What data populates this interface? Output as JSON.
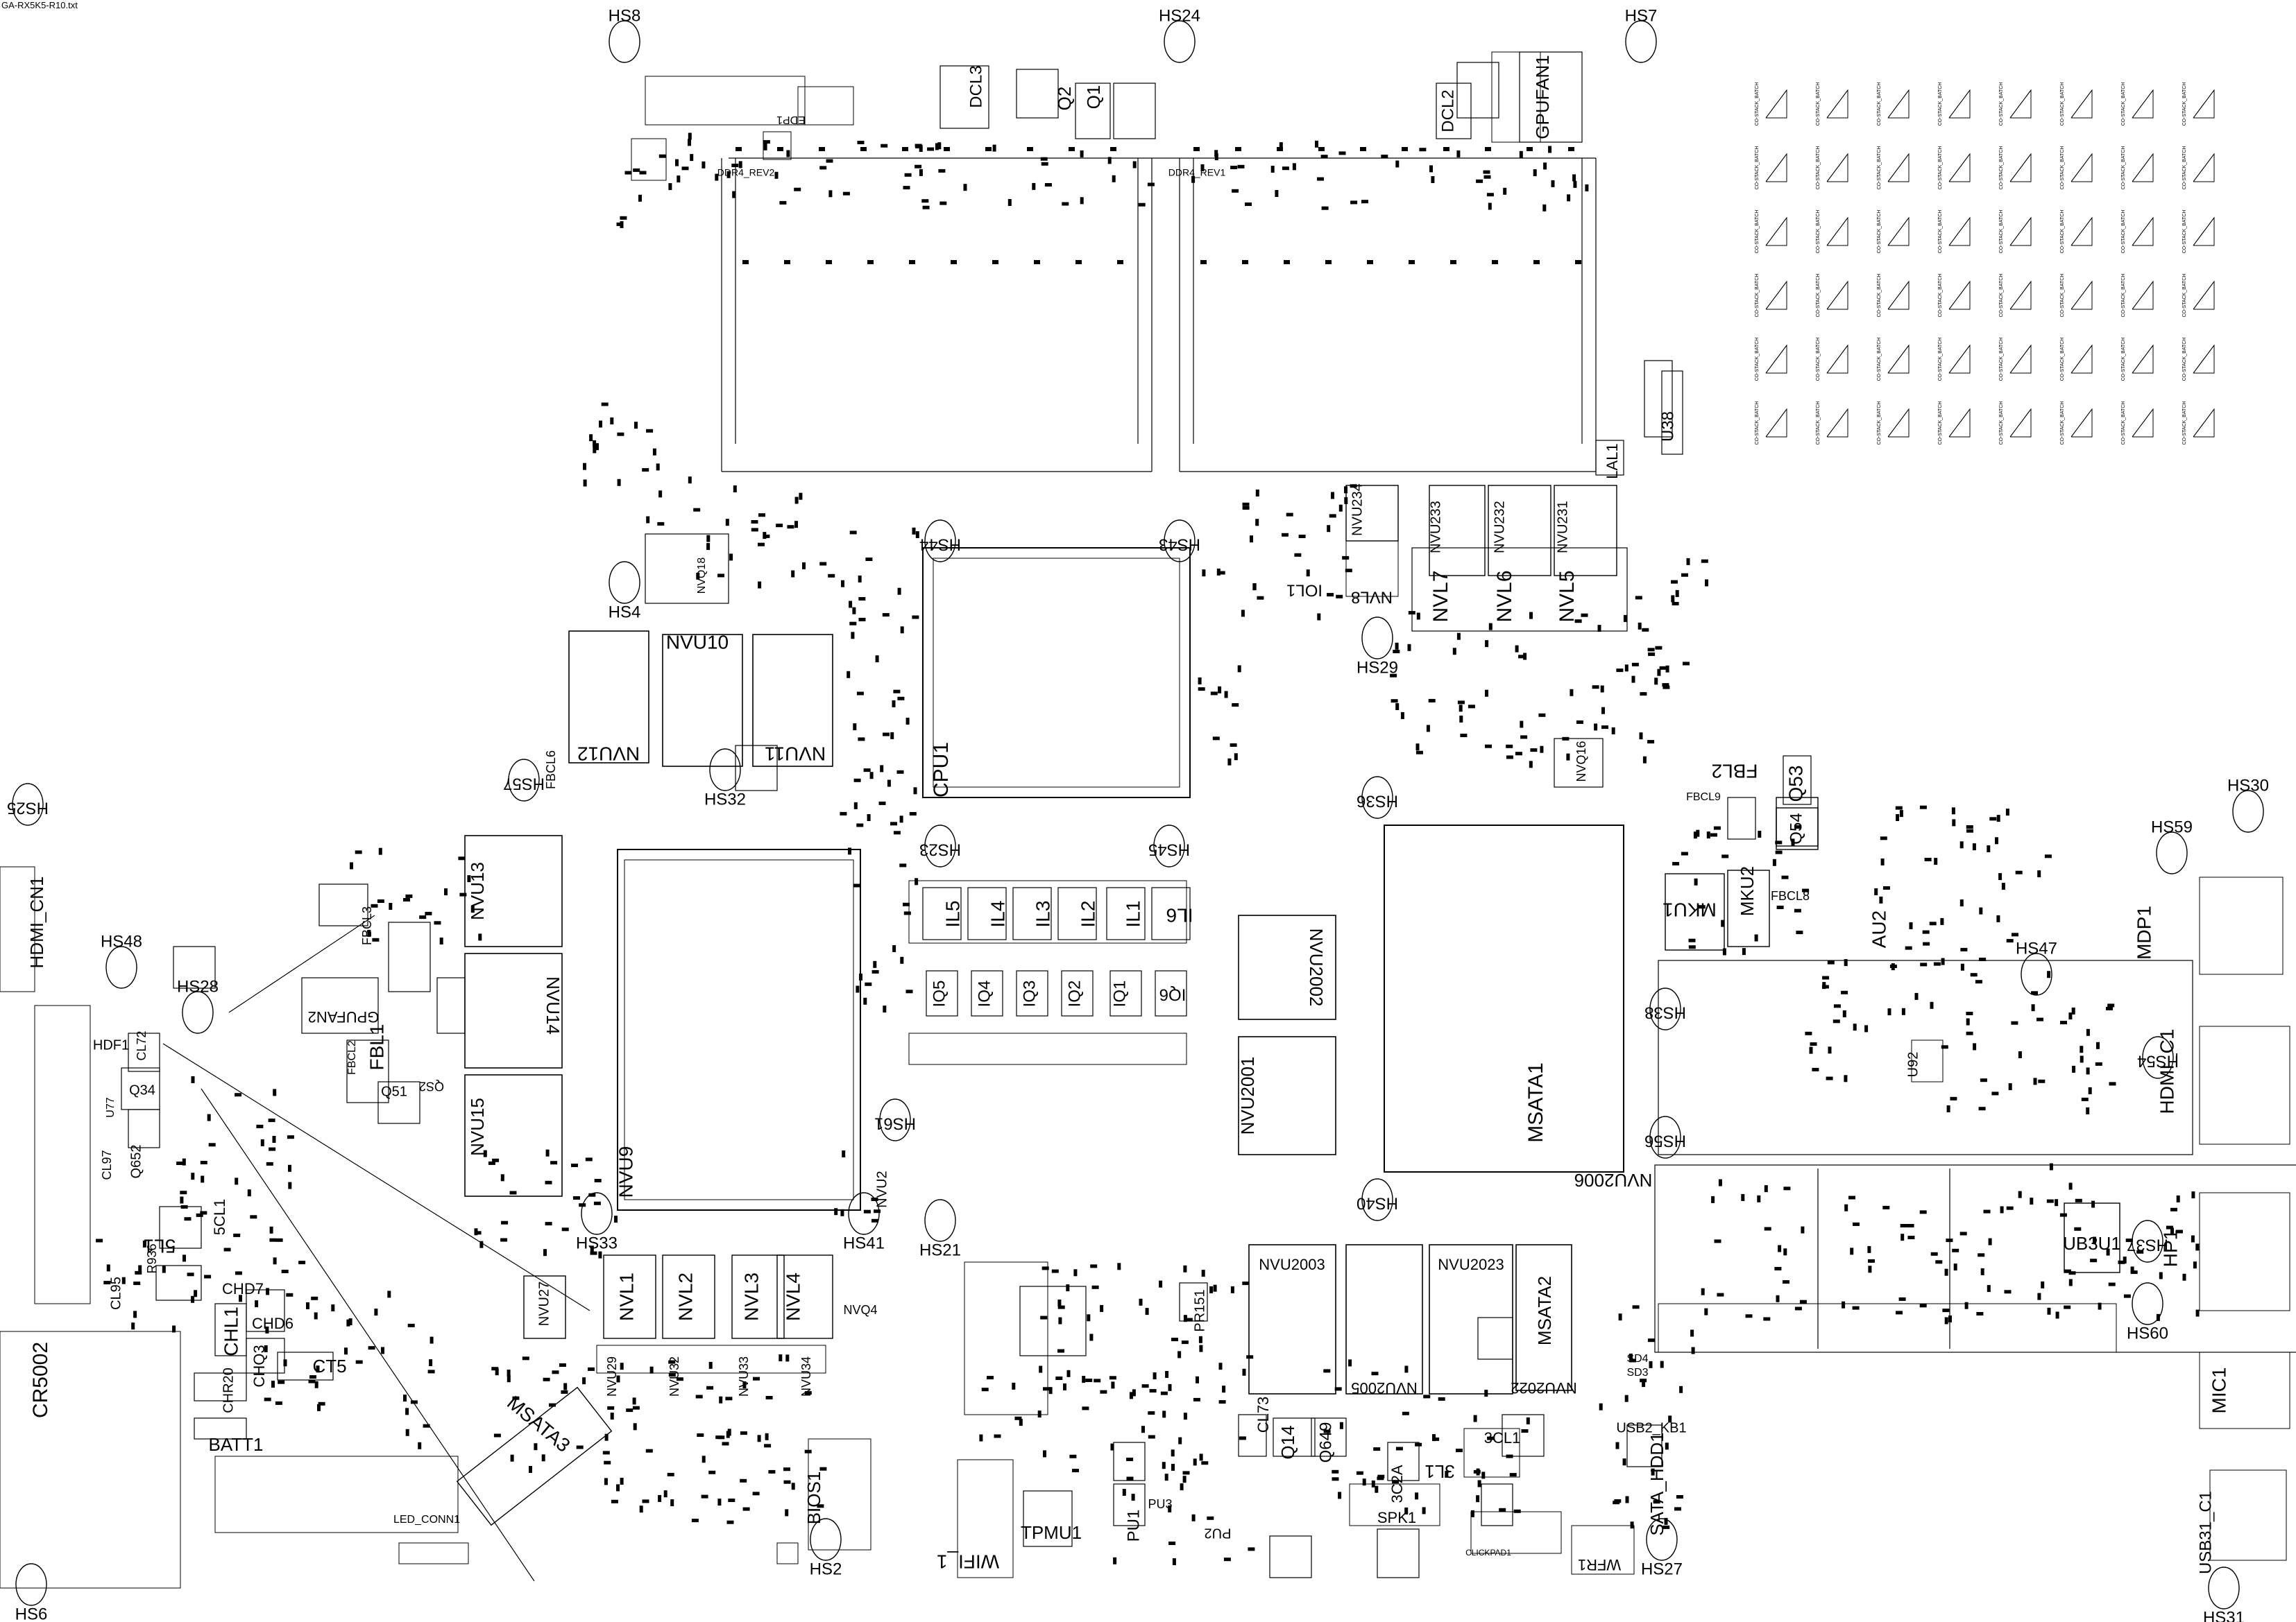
{
  "file_title": "GA-RX5K5-R10.txt",
  "colors": {
    "background": "#ffffff",
    "ink": "#000000"
  },
  "heatsinks": [
    "HS8",
    "HS24",
    "HS7",
    "HS4",
    "HS29",
    "HS30",
    "HS59",
    "HS25",
    "HS48",
    "HS28",
    "HS57",
    "HS32",
    "HS23",
    "HS45",
    "HS36",
    "HS38",
    "HS47",
    "HS56",
    "HS54",
    "HS61",
    "HS33",
    "HS41",
    "HS40",
    "HS37",
    "HS60",
    "HS21",
    "HS2",
    "HS27",
    "HS6",
    "HS31",
    "HS44",
    "HS43"
  ],
  "components": {
    "edp": "EDP1",
    "ddr4_rev2": "DDR4_REV2",
    "ddr4_rev1": "DDR4_REV1",
    "dcl3": "DCL3",
    "q2_top": "Q2",
    "q1_top": "Q1",
    "dcl2": "DCL2",
    "gpufan1": "GPUFAN1",
    "u38": "U38",
    "lal1": "LAL1",
    "nvu10": "NVU10",
    "nvu11": "NVU11",
    "nvu12": "NVU12",
    "nvq18": "NVQ18",
    "cpu1": "CPU1",
    "iol1": "IOL1",
    "nvu234": "NVU234",
    "nvl8": "NVL8",
    "nvu233": "NVU233",
    "nvu232": "NVU232",
    "nvu231": "NVU231",
    "nvl7": "NVL7",
    "nvl6": "NVL6",
    "nvl5": "NVL5",
    "nvq16": "NVQ16",
    "fbl2": "FBL2",
    "q53": "Q53",
    "q54": "Q54",
    "fbcl9": "FBCL9",
    "hdmi_cn1": "HDMI_CN1",
    "fbcl6": "FBCL6",
    "nvu13": "NVU13",
    "nvu14": "NVU14",
    "nvu15": "NVU15",
    "gpufan2": "GPUFAN2",
    "fbl1": "FBL1",
    "fbcl3": "FBCL3",
    "fbcl2": "FBCL2",
    "q51": "Q51",
    "qs2": "QS2",
    "hdf1": "HDF1",
    "q34": "Q34",
    "u77": "U77",
    "cl72": "CL72",
    "cl97": "CL97",
    "q652": "Q652",
    "nvu9": "NVU9",
    "il5": "IL5",
    "il4": "IL4",
    "il3": "IL3",
    "il2": "IL2",
    "il1": "IL1",
    "il6": "IL6",
    "iq5": "IQ5",
    "iq4": "IQ4",
    "iq3": "IQ3",
    "iq2": "IQ2",
    "iq1": "IQ1",
    "iq6": "IQ6",
    "nvu2002": "NVU2002",
    "nvu2001": "NVU2001",
    "msata1": "MSATA1",
    "nvu2006": "NVU2006",
    "mku1": "MKU1",
    "mku2": "MKU2",
    "fbcl8": "FBCL8",
    "au2": "AU2",
    "mdp1": "MDP1",
    "hdmi_c1": "HDMI_C1",
    "u92": "U92",
    "ub3u1": "UB3U1",
    "hp1": "HP1",
    "mic1": "MIC1",
    "usb31": "USB31_C1",
    "sd4": "SD4",
    "sd3": "SD3",
    "nvl1": "NVL1",
    "nvl2": "NVL2",
    "nvl3": "NVL3",
    "nvl4": "NVL4",
    "nvu27": "NVU27",
    "nvu29": "NVU29",
    "nvu32": "NVU32",
    "nvu33": "NVU33",
    "nvu34": "NVU34",
    "nvu2": "NVU2",
    "nvq4": "NVQ4",
    "fl1": "5L1",
    "fcl1": "5CL1",
    "chd7": "CHD7",
    "chl1": "CHL1",
    "chd6": "CHD6",
    "chq3": "CHQ3",
    "ct5": "CT5",
    "chr20": "CHR20",
    "cl95": "CL95",
    "r936": "R936",
    "cr5002": "CR5002",
    "batt1": "BATT1",
    "led_conn1": "LED_CONN1",
    "msata3": "MSATA3",
    "bios1": "BIOS1",
    "tpmu1": "TPMU1",
    "wifi1": "WIFI_1",
    "pu1": "PU1",
    "pu2": "PU2",
    "pu3": "PU3",
    "pr151": "PR151",
    "cl73": "CL73",
    "q14": "Q14",
    "q649": "Q649",
    "nvu2003": "NVU2003",
    "nvu2005": "NVU2005",
    "nvu2023": "NVU2023",
    "msata2": "MSATA2",
    "nvu2022": "NVU2022",
    "tl1": "3L1",
    "tcl1": "3CL1",
    "tc2a": "3C2A",
    "spk1": "SPK1",
    "usb2_kb1": "USB2_KB1",
    "sata_hdd1": "SATA_HDD1",
    "wfr1": "WFR1",
    "clickpad1": "CLICKPAD1"
  },
  "side_label": "CO-STACK_BATCH"
}
